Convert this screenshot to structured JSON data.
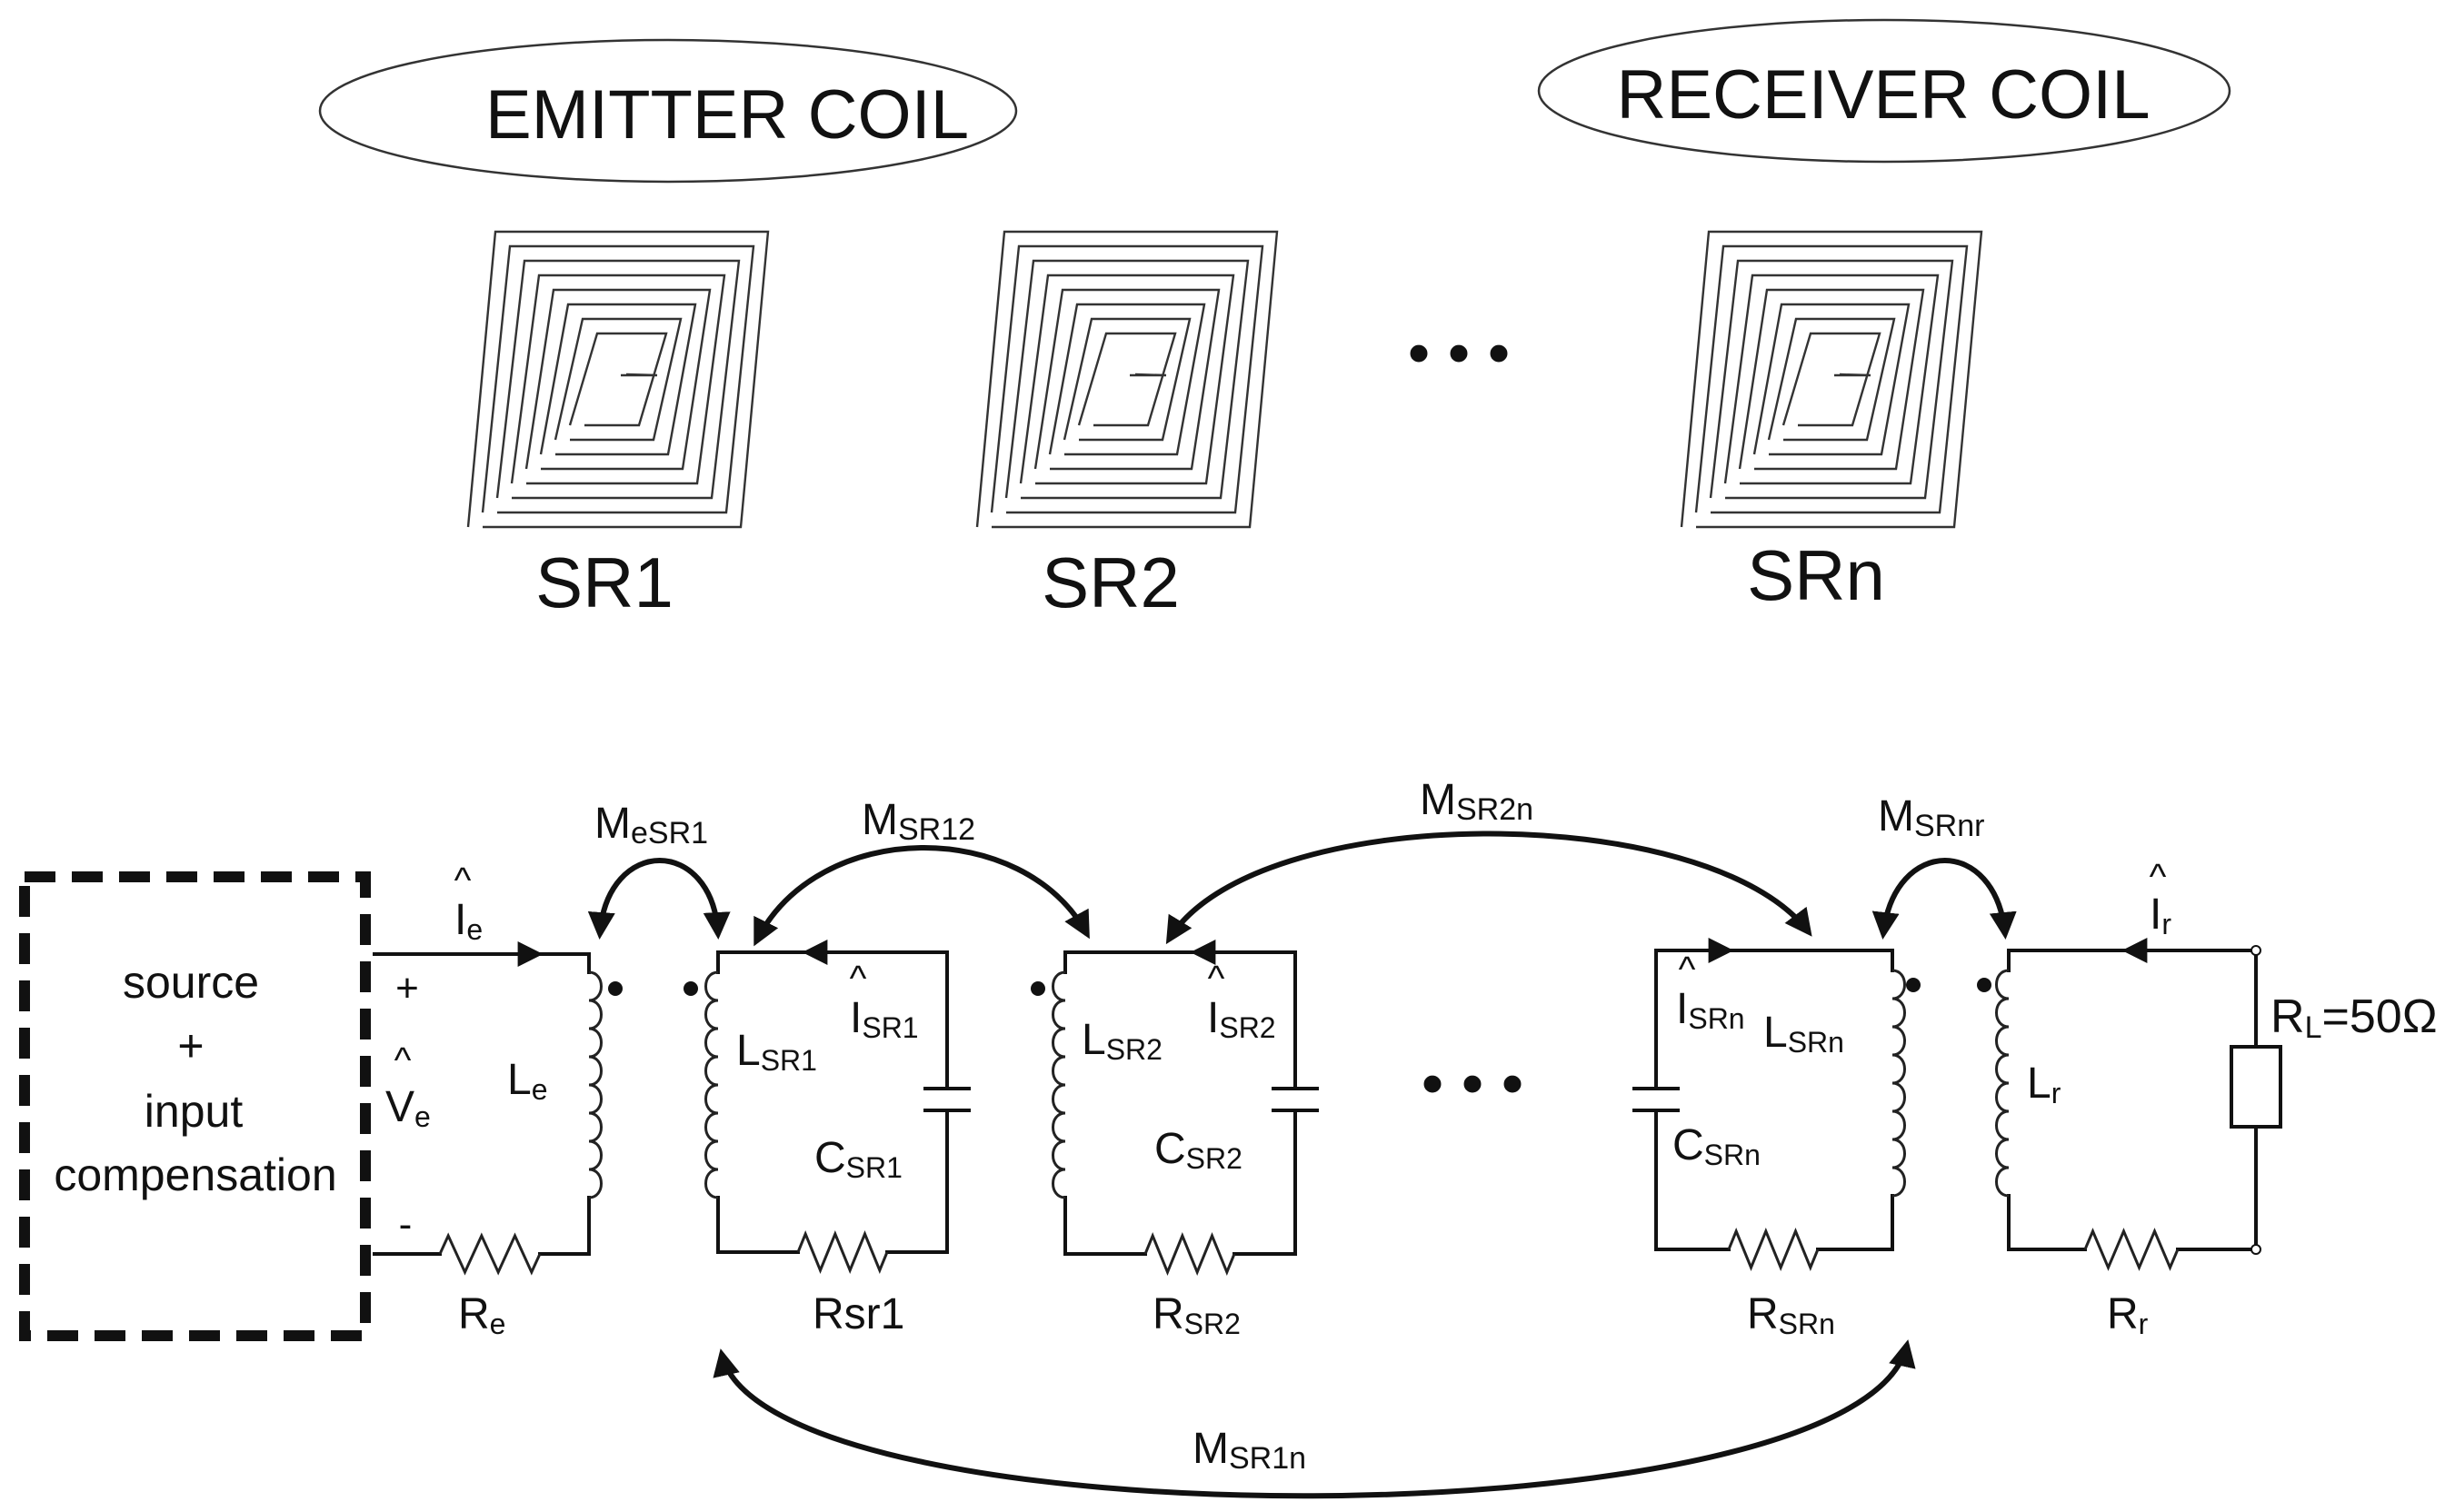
{
  "header": {
    "emitter_title": "EMITTER COIL",
    "receiver_title": "RECEIVER COIL"
  },
  "resonators": {
    "sr1": "SR1",
    "sr2": "SR2",
    "srn": "SRn",
    "ellipsis": "• • •"
  },
  "circuit": {
    "source_block": {
      "line1": "source",
      "line2": "+",
      "line3": "input",
      "line4": "compensation"
    },
    "polarity": {
      "plus": "+",
      "minus": "-"
    },
    "ellipsis": "• • •",
    "emitter": {
      "current": {
        "main": "I",
        "sub": "e"
      },
      "voltage": {
        "main": "V",
        "sub": "e"
      },
      "inductor": {
        "main": "L",
        "sub": "e"
      },
      "resistor": {
        "main": "R",
        "sub": "e"
      }
    },
    "sr1": {
      "current": {
        "main": "I",
        "sub": "SR1"
      },
      "inductor": {
        "main": "L",
        "sub": "SR1"
      },
      "capacitor": {
        "main": "C",
        "sub": "SR1"
      },
      "resistor": {
        "main": "Rsr1"
      }
    },
    "sr2": {
      "current": {
        "main": "I",
        "sub": "SR2"
      },
      "inductor": {
        "main": "L",
        "sub": "SR2"
      },
      "capacitor": {
        "main": "C",
        "sub": "SR2"
      },
      "resistor": {
        "main": "R",
        "sub": "SR2"
      }
    },
    "srn": {
      "current": {
        "main": "I",
        "sub": "SRn"
      },
      "inductor": {
        "main": "L",
        "sub": "SRn"
      },
      "capacitor": {
        "main": "C",
        "sub": "SRn"
      },
      "resistor": {
        "main": "R",
        "sub": "SRn"
      }
    },
    "receiver": {
      "current": {
        "main": "I",
        "sub": "r"
      },
      "inductor": {
        "main": "L",
        "sub": "r"
      },
      "resistor": {
        "main": "R",
        "sub": "r"
      },
      "load": {
        "main": "R",
        "sub": "L",
        "value": "=50Ω"
      }
    },
    "mutual": {
      "m_esr1": {
        "main": "M",
        "sub": "eSR1"
      },
      "m_sr12": {
        "main": "M",
        "sub": "SR12"
      },
      "m_sr2n": {
        "main": "M",
        "sub": "SR2n"
      },
      "m_srnr": {
        "main": "M",
        "sub": "SRnr"
      },
      "m_sr1n": {
        "main": "M",
        "sub": "SR1n"
      }
    }
  }
}
